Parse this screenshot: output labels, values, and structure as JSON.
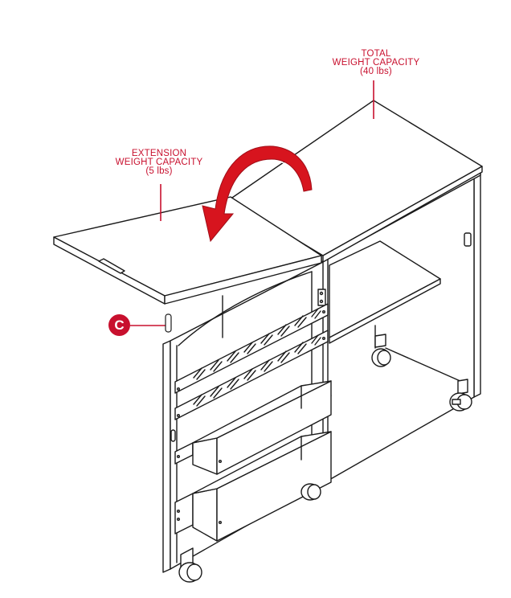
{
  "diagram": {
    "subject": "Folding table with extension leaf, door storage racks and casters",
    "accent_color": "#c8102e",
    "line_color": "#1a1a1a",
    "labels": {
      "total_capacity": {
        "line1": "TOTAL",
        "line2": "WEIGHT CAPACITY",
        "line3": "(40 lbs)"
      },
      "extension_capacity": {
        "line1": "EXTENSION",
        "line2": "WEIGHT CAPACITY",
        "line3": "(5 lbs)"
      }
    },
    "callouts": [
      {
        "id": "C",
        "label": "C",
        "target": "hinge-pin"
      }
    ],
    "arrow": {
      "direction": "fold-down",
      "meaning": "fold extension leaf down"
    }
  }
}
